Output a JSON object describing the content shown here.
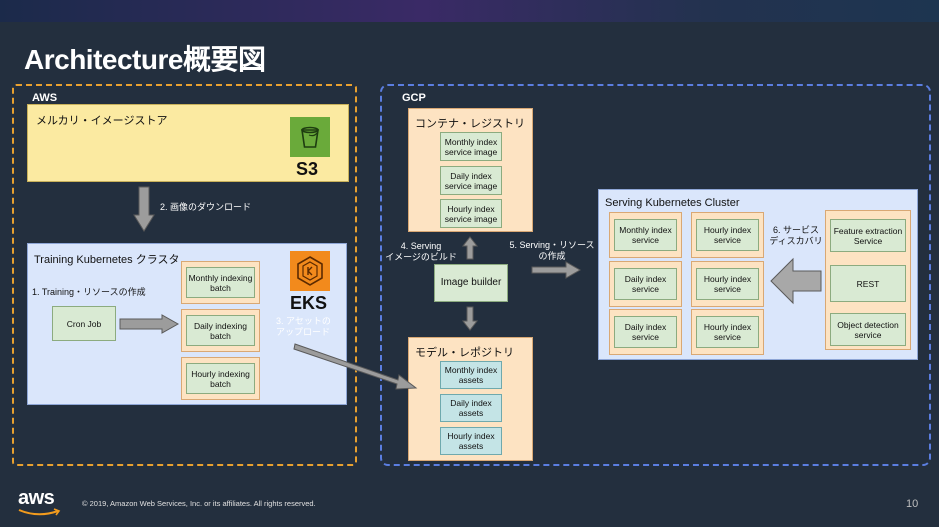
{
  "slide": {
    "title": "Architecture概要図",
    "footer": "© 2019, Amazon Web Services, Inc. or its affiliates. All rights reserved.",
    "page_number": "10",
    "aws_logo": "aws"
  },
  "aws": {
    "label": "AWS",
    "store": {
      "title": "メルカリ・イメージストア",
      "service": "S3",
      "icon": "s3-bucket-icon"
    },
    "download_label": "2. 画像のダウンロード",
    "training": {
      "title": "Training Kubernetes クラスタ",
      "step1": "1. Training・リソースの作成",
      "cron": "Cron Job",
      "batches": [
        "Monthly indexing batch",
        "Daily indexing batch",
        "Hourly indexing batch"
      ],
      "eks_label": "EKS",
      "eks_icon": "eks-icon",
      "upload_label": "3. アセットの\nアップロード"
    }
  },
  "gcp": {
    "label": "GCP",
    "container_registry": {
      "title": "コンテナ・レジストリ",
      "images": [
        "Monthly index service image",
        "Daily index service image",
        "Hourly index service image"
      ]
    },
    "image_builder": "Image builder",
    "build_label": "4. Serving\nイメージのビルド",
    "model_registry": {
      "title": "モデル・レポジトリ",
      "assets": [
        "Monthly index assets",
        "Daily index assets",
        "Hourly index assets"
      ]
    },
    "serving_label": "5. Serving・リソース\nの作成",
    "serving_cluster": {
      "title": "Serving Kubernetes Cluster",
      "services": [
        "Monthly index service",
        "Hourly index service",
        "Daily index service",
        "Hourly index service",
        "Daily index service",
        "Hourly index service"
      ],
      "discovery_label": "6. サービス\nディスカバリ",
      "frontends": [
        "Feature extraction Service",
        "REST",
        "Object detection service"
      ]
    }
  },
  "colors": {
    "background": "#232f3e",
    "aws_group": "#e8a02f",
    "gcp_group": "#5b7ee0",
    "s3_green": "#6aaa3a",
    "eks_orange": "#f28a1c"
  }
}
